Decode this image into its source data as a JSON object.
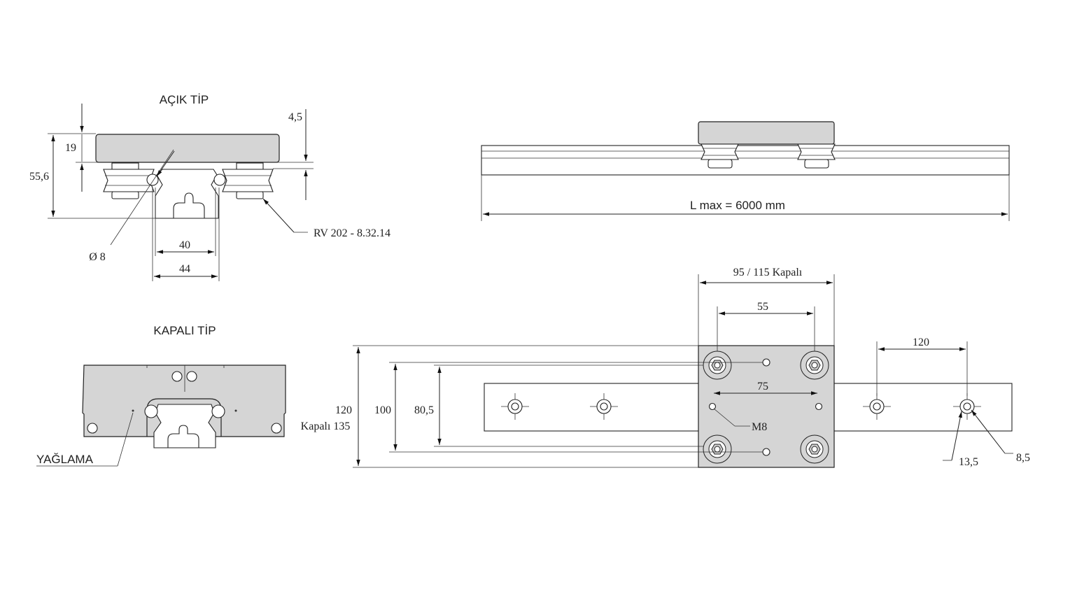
{
  "titles": {
    "open": "AÇIK TİP",
    "closed": "KAPALI TİP"
  },
  "open_type": {
    "dim_height": "55,6",
    "dim_top": "19",
    "dim_gap": "4,5",
    "dim_pin": "Ø 8",
    "dim_inner": "40",
    "dim_outer": "44",
    "roller": "RV 202 - 8.32.14"
  },
  "closed_type": {
    "lubrication": "YAĞLAMA"
  },
  "side_view": {
    "length": "L max = 6000 mm"
  },
  "top_view": {
    "carriage_width": "95 / 115 Kapalı",
    "bolt_spacing": "55",
    "center_spacing": "75",
    "thread": "M8",
    "hole_pitch": "120",
    "plate_width": "120",
    "plate_width_closed": "Kapalı 135",
    "width_100": "100",
    "width_805": "80,5",
    "hole_cb": "13,5",
    "hole_d": "8,5"
  }
}
